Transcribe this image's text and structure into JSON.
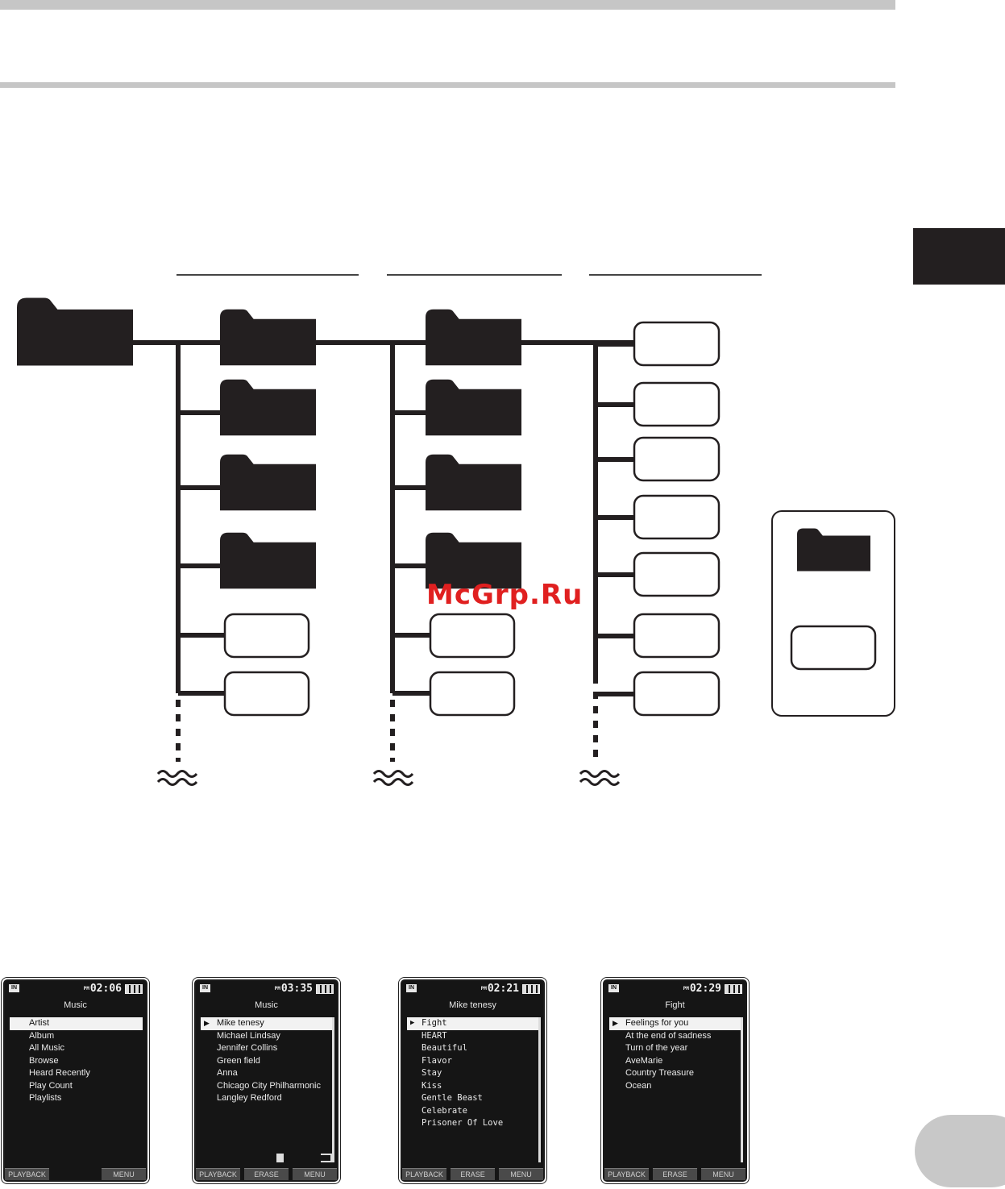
{
  "header": {
    "title": ""
  },
  "section_tab": {
    "label": ""
  },
  "page_number": {
    "label": ""
  },
  "watermark": {
    "text": "McGrp.Ru"
  },
  "icons": {
    "root_folder": "folder-icon",
    "subfolder": "folder-icon",
    "file": "file-icon",
    "legend_folder": "folder-icon",
    "legend_file": "file-icon",
    "continuation": "wavy-break-icon"
  },
  "colors": {
    "ink": "#231f20",
    "rule": "#c6c6c6",
    "screen_bg": "#151515",
    "watermark": "#e02020"
  },
  "screens": [
    {
      "badge": "IN",
      "time_prefix": "PM",
      "time": "02:06",
      "title": "Music",
      "items": [
        "Artist",
        "Album",
        "All Music",
        "Browse",
        "Heard Recently",
        "Play Count",
        "Playlists"
      ],
      "selected": 0,
      "footer": [
        "PLAYBACK",
        "",
        "MENU"
      ]
    },
    {
      "badge": "IN",
      "time_prefix": "PM",
      "time": "03:35",
      "title": "Music",
      "items": [
        "Mike tenesy",
        "Michael Lindsay",
        "Jennifer Collins",
        "Green field",
        "Anna",
        "Chicago City Philharmonic",
        "Langley Redford"
      ],
      "selected": 0,
      "footer": [
        "PLAYBACK",
        "ERASE",
        "MENU"
      ]
    },
    {
      "badge": "IN",
      "time_prefix": "PM",
      "time": "02:21",
      "title": "Mike tenesy",
      "items": [
        "Fight",
        "HEART",
        "Beautiful",
        "Flavor",
        "Stay",
        "Kiss",
        "Gentle Beast",
        "Celebrate",
        "Prisoner Of Love"
      ],
      "selected": 0,
      "footer": [
        "PLAYBACK",
        "ERASE",
        "MENU"
      ]
    },
    {
      "badge": "IN",
      "time_prefix": "PM",
      "time": "02:29",
      "title": "Fight",
      "items": [
        "Feelings for you",
        "At the end of sadness",
        "Turn of the year",
        "AveMarie",
        "Country Treasure",
        "Ocean"
      ],
      "selected": 0,
      "footer": [
        "PLAYBACK",
        "ERASE",
        "MENU"
      ]
    }
  ]
}
